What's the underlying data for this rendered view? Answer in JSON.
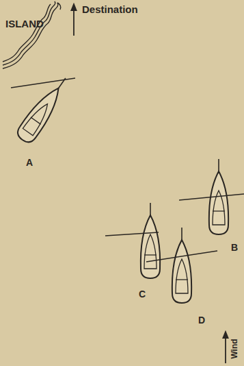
{
  "diagram": {
    "labels": [
      "ISLAND",
      "Destination",
      "A",
      "B",
      "C",
      "D",
      "Wind"
    ]
  }
}
